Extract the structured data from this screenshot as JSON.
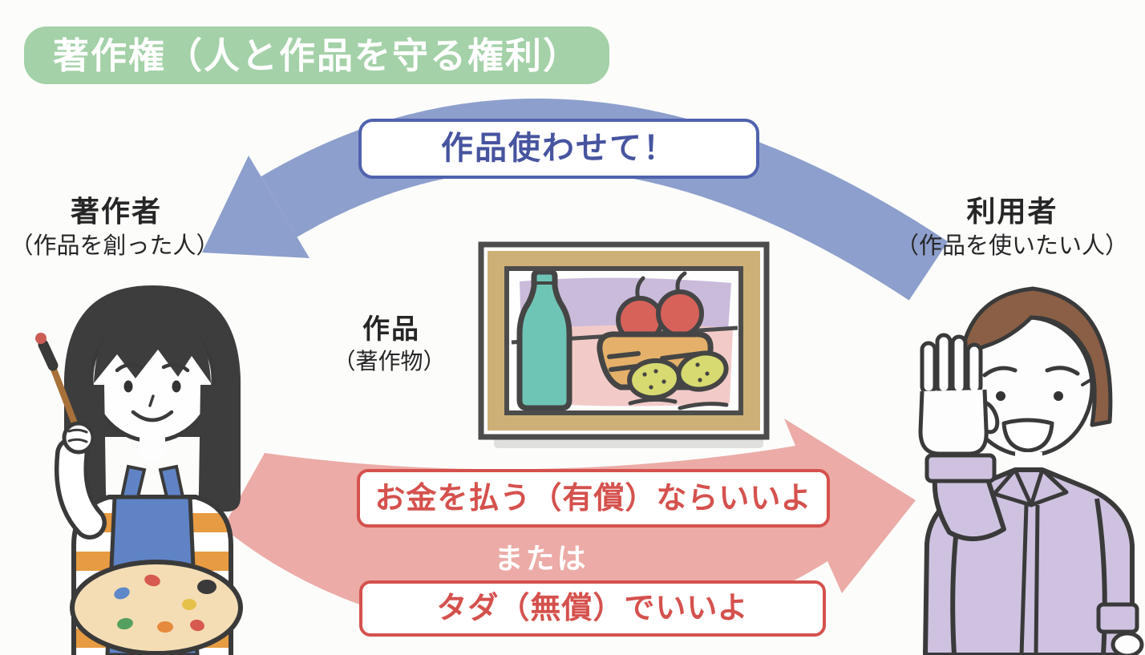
{
  "page": {
    "background_color": "#fcfdfb",
    "type": "scanned-textbook-diagram"
  },
  "title": {
    "text": "著作権（人と作品を守る権利）",
    "background_color": "#a4d1a8",
    "text_color": "#ffffff"
  },
  "actors": {
    "author": {
      "name": "著作者",
      "description": "（作品を創った人）",
      "illustration": "woman-artist-holding-paintbrush-and-palette"
    },
    "user": {
      "name": "利用者",
      "description": "（作品を使いたい人）",
      "illustration": "woman-waving-hand"
    }
  },
  "work": {
    "name": "作品",
    "description": "（著作物）",
    "illustration": "framed-still-life-painting-bottle-basket-apples-lemons"
  },
  "arrows": {
    "request": {
      "from": "利用者",
      "to": "著作者",
      "color": "#8d9fcc",
      "label": "作品使わせて！",
      "label_text_color": "#47549f",
      "label_border_color": "#5062ae"
    },
    "permission": {
      "from": "著作者",
      "to": "利用者",
      "color": "#ecaba6",
      "label_paid": "お金を払う（有償）ならいいよ",
      "label_or": "または",
      "label_free": "タダ（無償）でいいよ",
      "label_text_color": "#d5514d",
      "label_border_color": "#d5514d",
      "or_text_color": "#ffffff"
    }
  }
}
